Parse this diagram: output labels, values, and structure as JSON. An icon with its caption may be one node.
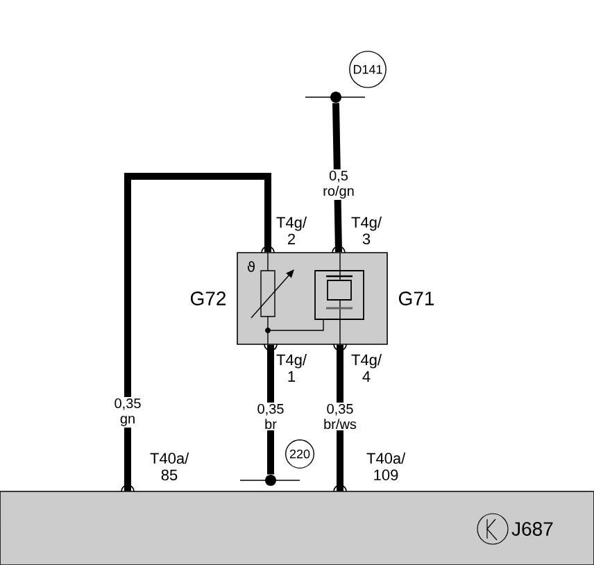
{
  "diagram": {
    "nodes": [
      {
        "text": [],
        "shape": "box",
        "beside": [
          "G72",
          "G71"
        ]
      },
      {
        "text": [
          "J687"
        ]
      },
      {
        "text": [],
        "shape": "circle",
        "beside": [
          "D141"
        ]
      },
      {
        "text": [],
        "shape": "circle",
        "beside": [
          "220"
        ]
      }
    ],
    "edges": [
      {
        "from": 1,
        "to": 0,
        "arrow": "none",
        "label": "0,35 gn"
      },
      {
        "from": 0,
        "to": 3,
        "arrow": "none",
        "label": "0,35 br"
      },
      {
        "from": 0,
        "to": 1,
        "arrow": "none",
        "label": "0,35 br/ws"
      },
      {
        "from": 2,
        "to": 0,
        "arrow": "none",
        "label": "0,5 ro/gn"
      }
    ],
    "labels": [
      "T4g/ 2",
      "T4g/ 3",
      "ϑ",
      "T4g/ 1",
      "T4g/ 4",
      "T40a/ 85",
      "T40a/ 109"
    ]
  }
}
